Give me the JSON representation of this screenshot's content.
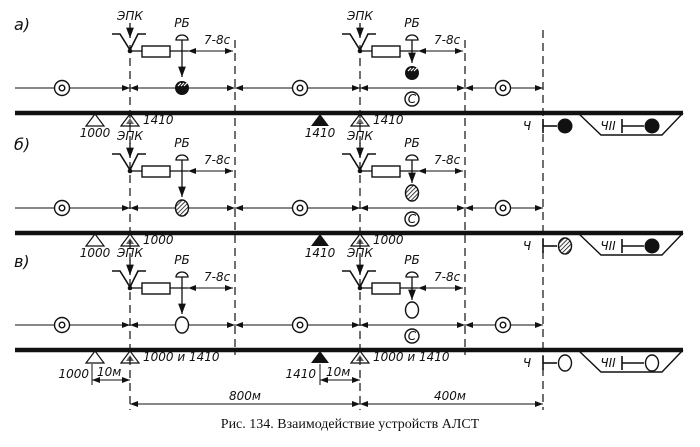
{
  "caption": "Рис. 134. Взаимодействие устройств АЛСТ",
  "epk_label": "ЭПК",
  "rb_label": "РБ",
  "time_label": "7-8с",
  "c_label": "С",
  "ch_label": "Ч",
  "ch2_label": "ЧII",
  "colors": {
    "ink": "#111111",
    "hatch": "#555555"
  },
  "sections": [
    {
      "label": "а)",
      "block1_aspect": "red-yellow",
      "block2_aspect": "red-yellow",
      "codes": [
        "1000",
        "1410",
        "1410",
        "1410"
      ],
      "ch_aspect": "red",
      "ch2_aspect": "red"
    },
    {
      "label": "б)",
      "block1_aspect": "yellow",
      "block2_aspect": "yellow",
      "codes": [
        "1000",
        "1000",
        "1410",
        "1000"
      ],
      "ch_aspect": "yellow",
      "ch2_aspect": "red"
    },
    {
      "label": "в)",
      "block1_aspect": "off",
      "block2_aspect": "off",
      "codes": [
        "1000",
        "1000 и 1410",
        "1410",
        "1000 и 1410"
      ],
      "ch_aspect": "off",
      "ch2_aspect": "off"
    }
  ],
  "dimensions": [
    "10м",
    "10м",
    "800м",
    "400м"
  ]
}
